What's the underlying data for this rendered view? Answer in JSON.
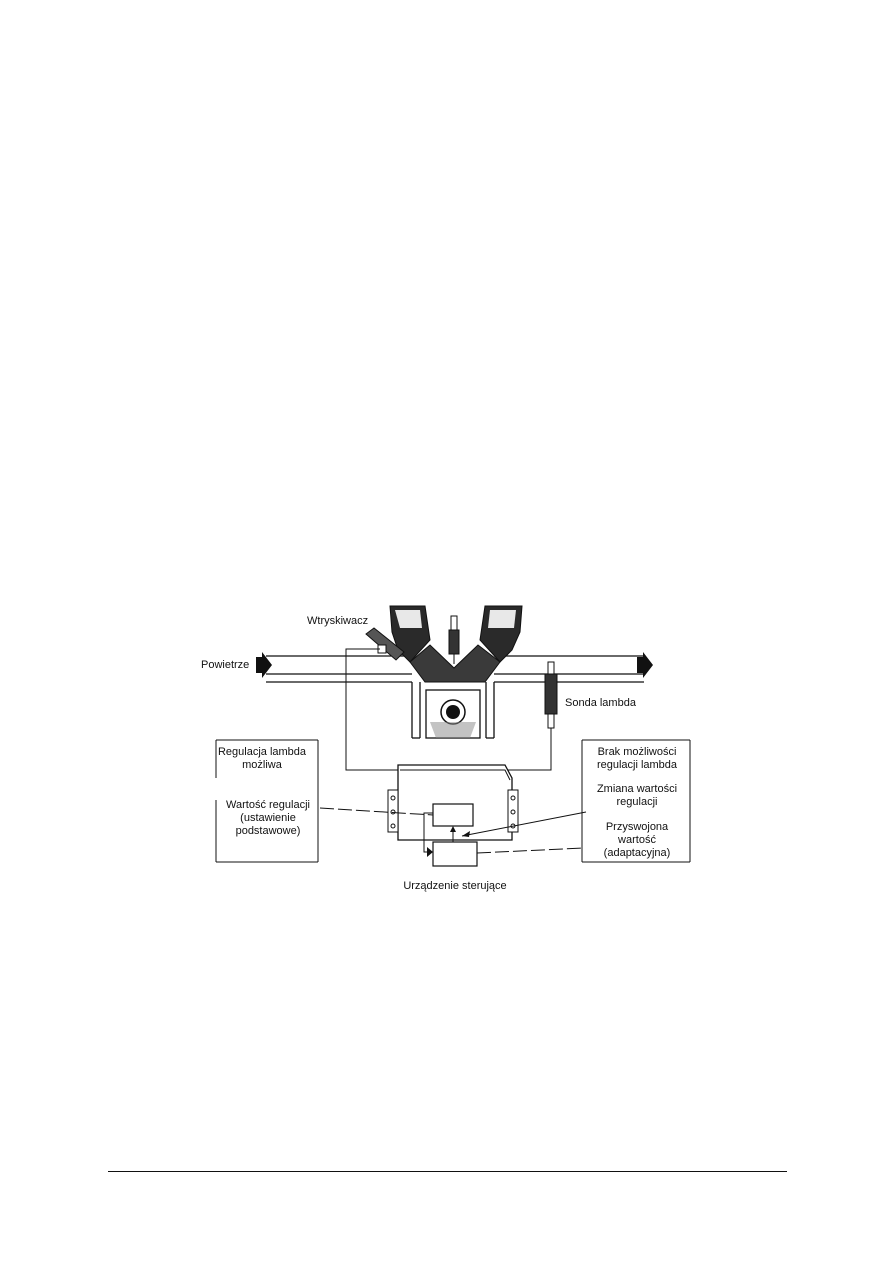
{
  "diagram": {
    "labels": {
      "injector": "Wtryskiwacz",
      "air": "Powietrze",
      "lambda_probe": "Sonda lambda",
      "control_unit": "Urządzenie sterujące",
      "regulation_possible": [
        "Regulacja lambda",
        "możliwa"
      ],
      "regulation_value": [
        "Wartość regulacji",
        "(ustawienie",
        "podstawowe)"
      ],
      "regulation_impossible": [
        "Brak możliwości",
        "regulacji lambda"
      ],
      "regulation_change": [
        "Zmiana wartości",
        "regulacji"
      ],
      "adapted_value": [
        "Przyswojona",
        "wartość",
        "(adaptacyjna)"
      ]
    }
  }
}
